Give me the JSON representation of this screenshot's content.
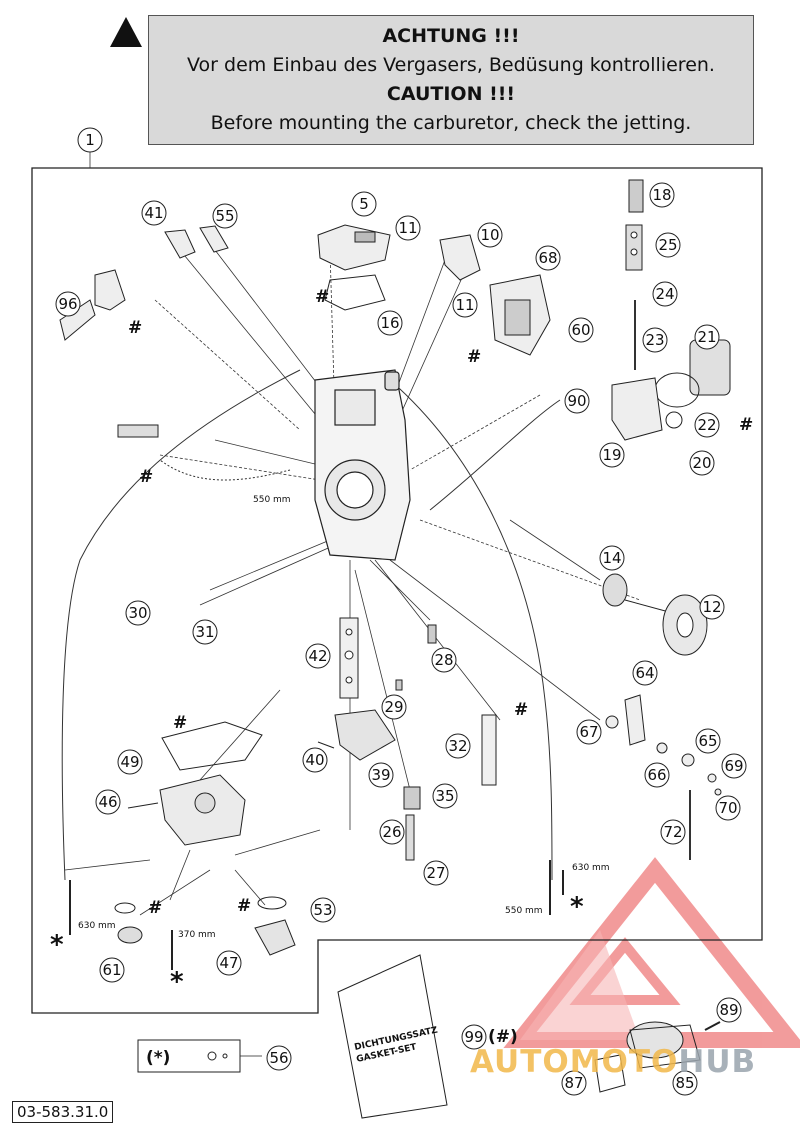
{
  "warning": {
    "title_de": "ACHTUNG !!!",
    "text_de": "Vor dem Einbau des Vergasers, Bedüsung kontrollieren.",
    "title_en": "CAUTION !!!",
    "text_en": "Before mounting the carburetor, check the jetting."
  },
  "callouts": [
    "1",
    "5",
    "10",
    "11",
    "11",
    "12",
    "14",
    "16",
    "18",
    "19",
    "20",
    "21",
    "22",
    "23",
    "24",
    "25",
    "26",
    "27",
    "28",
    "29",
    "30",
    "31",
    "32",
    "35",
    "39",
    "40",
    "41",
    "42",
    "46",
    "47",
    "49",
    "53",
    "55",
    "56",
    "60",
    "61",
    "64",
    "65",
    "66",
    "67",
    "68",
    "69",
    "70",
    "72",
    "85",
    "87",
    "89",
    "90",
    "96",
    "99"
  ],
  "markers": {
    "hash": "#",
    "asterisk": "*",
    "kit_star_label": "(*)",
    "kit_hash_label": "(#)"
  },
  "lengths": {
    "hose_550_a": "550 mm",
    "hose_550_b": "550 mm",
    "hose_630_a": "630 mm",
    "hose_630_b": "630 mm",
    "hose_370": "370 mm"
  },
  "gasket_set": {
    "line1": "DICHTUNGSSATZ",
    "line2": "GASKET-SET"
  },
  "doc_number": "03-583.31.0",
  "watermark": {
    "part_a": "AUTOMOTO",
    "part_b": "HUB"
  }
}
